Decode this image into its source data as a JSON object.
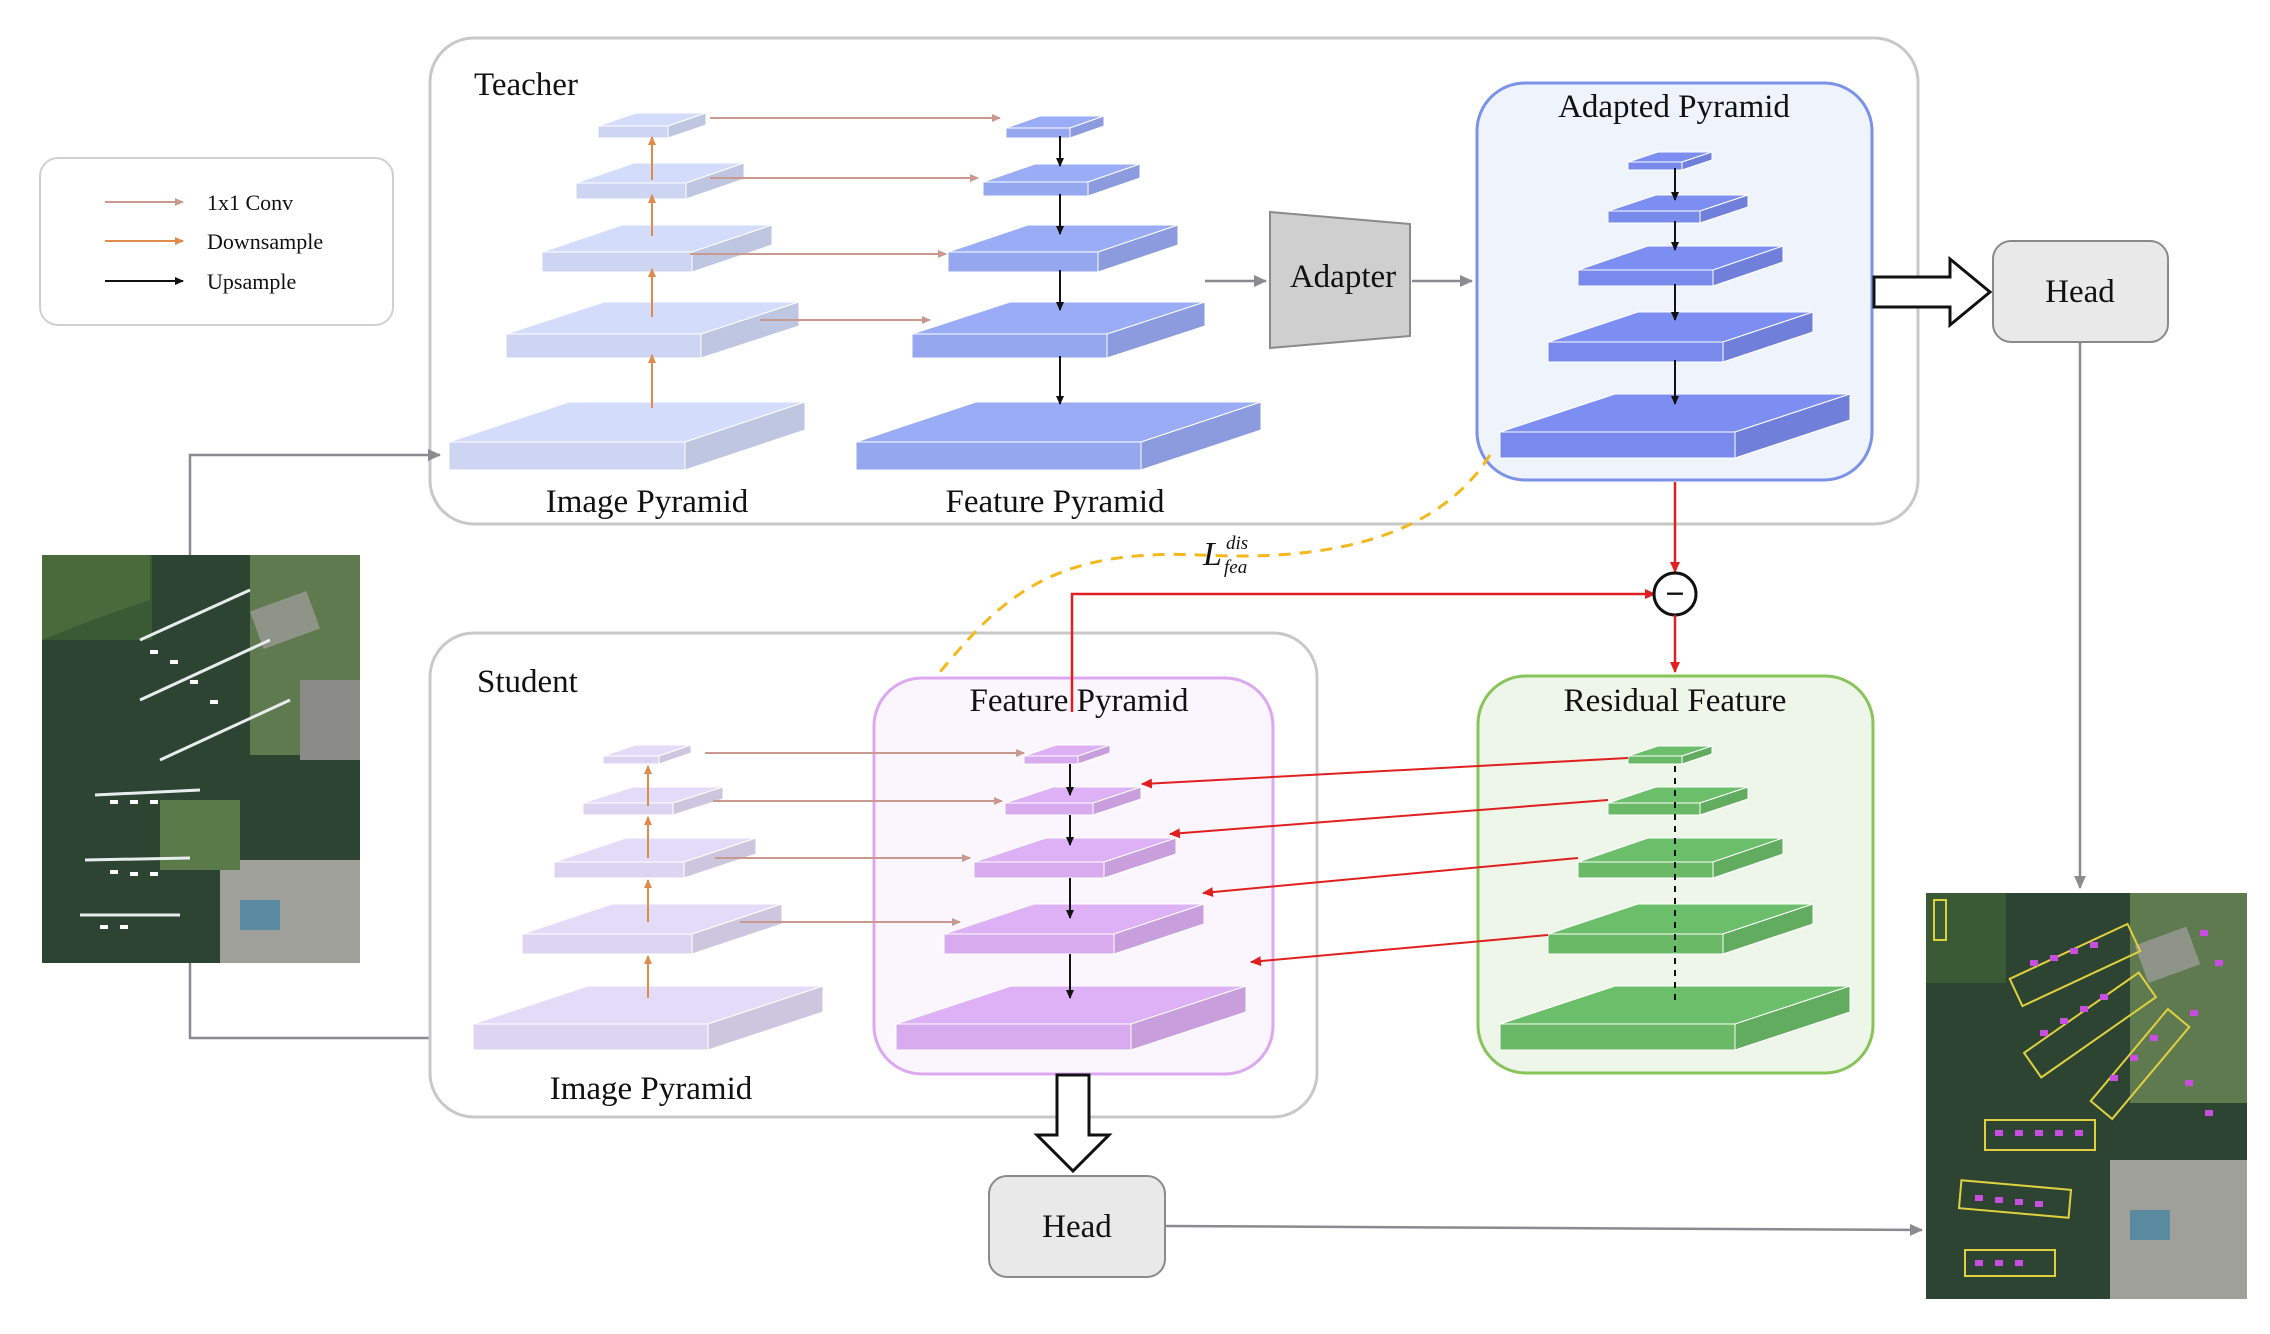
{
  "legend": {
    "items": [
      {
        "label": "1x1 Conv",
        "color": "#c9998f"
      },
      {
        "label": "Downsample",
        "color": "#e08a4c"
      },
      {
        "label": "Upsample",
        "color": "#111111"
      }
    ]
  },
  "teacher": {
    "title": "Teacher",
    "image_pyramid_label": "Image Pyramid",
    "feature_pyramid_label": "Feature Pyramid"
  },
  "adapter": {
    "label": "Adapter"
  },
  "adapted": {
    "title": "Adapted Pyramid"
  },
  "head_top": {
    "label": "Head"
  },
  "head_bottom": {
    "label": "Head"
  },
  "loss": {
    "main": "L",
    "sup": "dis",
    "sub": "fea"
  },
  "minus": {
    "symbol": "−"
  },
  "student": {
    "title": "Student",
    "feature_pyramid_title": "Feature Pyramid",
    "image_pyramid_label": "Image Pyramid"
  },
  "residual": {
    "title": "Residual Feature"
  },
  "colors": {
    "teacher_image": "#d3dcfb",
    "teacher_feature": "#9aacf6",
    "adapted": "#7c8ef2",
    "student_image": "#e3dcf8",
    "student_feature": "#deb0f5",
    "residual": "#6cbf6a",
    "red_arrow": "#e02020",
    "dashed_loss": "#f2b81c"
  }
}
